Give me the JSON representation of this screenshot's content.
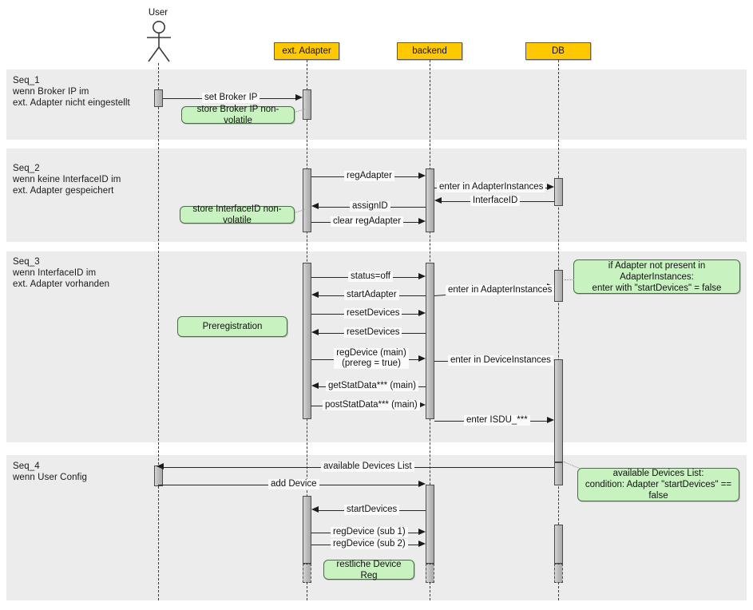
{
  "diagram": {
    "type": "uml-sequence-diagram",
    "actor": {
      "name": "User"
    },
    "participants": [
      {
        "id": "adapter",
        "label": "ext. Adapter"
      },
      {
        "id": "backend",
        "label": "backend"
      },
      {
        "id": "db",
        "label": "DB"
      }
    ],
    "colors": {
      "participant_fill": "#ffc800",
      "participant_border": "#595959",
      "fragment_band": "#ececec",
      "note_fill": "#c8f2c0",
      "note_border": "#4c6b4a",
      "activation_fill": "#bdbdbd",
      "line": "#262626",
      "background": "#ffffff"
    },
    "fragments": [
      {
        "id": "seq1",
        "title": "Seq_1",
        "condition": "wenn Broker IP im\next. Adapter nicht eingestellt",
        "messages": [
          {
            "label": "set Broker IP",
            "from": "User",
            "to": "ext. Adapter",
            "direction": "right"
          }
        ],
        "notes": [
          {
            "text": "store Broker IP non-volatile",
            "attached_to": "ext. Adapter"
          }
        ]
      },
      {
        "id": "seq2",
        "title": "Seq_2",
        "condition": "wenn keine InterfaceID im\next. Adapter gespeichert",
        "messages": [
          {
            "label": "regAdapter",
            "from": "ext. Adapter",
            "to": "backend",
            "direction": "right"
          },
          {
            "label": "enter in AdapterInstances",
            "from": "backend",
            "to": "DB",
            "direction": "right"
          },
          {
            "label": "InterfaceID",
            "from": "DB",
            "to": "backend",
            "direction": "left"
          },
          {
            "label": "assignID",
            "from": "backend",
            "to": "ext. Adapter",
            "direction": "left"
          },
          {
            "label": "clear regAdapter",
            "from": "ext. Adapter",
            "to": "backend",
            "direction": "right"
          }
        ],
        "notes": [
          {
            "text": "store InterfaceID non-volatile",
            "attached_to": "ext. Adapter"
          }
        ]
      },
      {
        "id": "seq3",
        "title": "Seq_3",
        "condition": "wenn InterfaceID im\next. Adapter vorhanden",
        "messages": [
          {
            "label": "status=off",
            "from": "ext. Adapter",
            "to": "backend",
            "direction": "right"
          },
          {
            "label": "enter in AdapterInstances",
            "from": "backend",
            "to": "DB",
            "direction": "right"
          },
          {
            "label": "startAdapter",
            "from": "backend",
            "to": "ext. Adapter",
            "direction": "left"
          },
          {
            "label": "resetDevices",
            "from": "ext. Adapter",
            "to": "backend",
            "direction": "right"
          },
          {
            "label": "resetDevices",
            "from": "backend",
            "to": "ext. Adapter",
            "direction": "left"
          },
          {
            "label": "regDevice (main)\n(prereg = true)",
            "from": "ext. Adapter",
            "to": "backend",
            "direction": "right"
          },
          {
            "label": "enter in DeviceInstances",
            "from": "backend",
            "to": "DB",
            "direction": "right"
          },
          {
            "label": "getStatData*** (main)",
            "from": "backend",
            "to": "ext. Adapter",
            "direction": "left"
          },
          {
            "label": "postStatData*** (main)",
            "from": "ext. Adapter",
            "to": "backend",
            "direction": "right"
          },
          {
            "label": "enter ISDU_***",
            "from": "backend",
            "to": "DB",
            "direction": "right"
          }
        ],
        "notes": [
          {
            "text": "Preregistration",
            "attached_to": ""
          },
          {
            "text": "if Adapter not present in AdapterInstances:\nenter with \"startDevices\" = false",
            "attached_to": "DB"
          }
        ]
      },
      {
        "id": "seq4",
        "title": "Seq_4",
        "condition": "wenn User Config",
        "messages": [
          {
            "label": "available Devices List",
            "from": "DB",
            "to": "User",
            "direction": "left"
          },
          {
            "label": "add Device",
            "from": "User",
            "to": "backend",
            "direction": "right"
          },
          {
            "label": "startDevices",
            "from": "backend",
            "to": "ext. Adapter",
            "direction": "left"
          },
          {
            "label": "regDevice (sub 1)",
            "from": "ext. Adapter",
            "to": "backend",
            "direction": "right"
          },
          {
            "label": "regDevice (sub 2)",
            "from": "ext. Adapter",
            "to": "backend",
            "direction": "right"
          }
        ],
        "notes": [
          {
            "text": "restliche Device Reg",
            "attached_to": ""
          },
          {
            "text": "available Devices List:\ncondition: Adapter \"startDevices\" == false",
            "attached_to": "DB"
          }
        ]
      }
    ]
  }
}
